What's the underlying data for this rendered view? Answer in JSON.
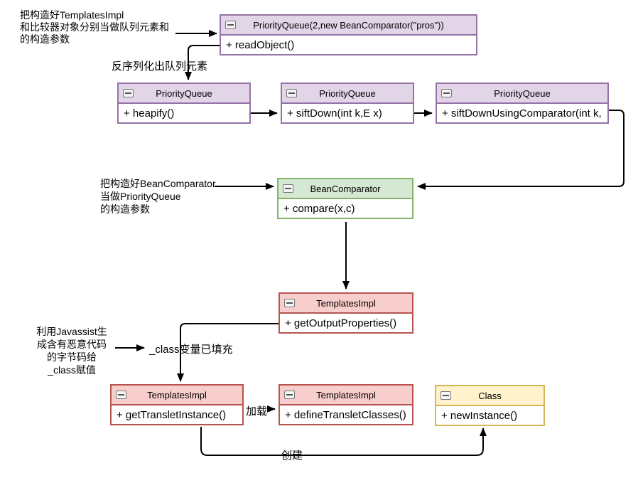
{
  "palette": {
    "purple_fill": "#E1D5E7",
    "purple_stroke": "#9673A6",
    "green_fill": "#D5E8D4",
    "green_stroke": "#82B366",
    "red_fill": "#F8CECC",
    "red_stroke": "#B85450",
    "yellow_fill": "#FFF2CC",
    "yellow_stroke": "#D6B656",
    "arrow_color": "#000000",
    "background": "#FFFFFF"
  },
  "icons": {
    "collapse_icon": "minus-in-rounded-square"
  },
  "boxes": {
    "pq_ctor": {
      "title": "PriorityQueue(2,new BeanComparator(\"pros\"))",
      "method": "+ readObject()"
    },
    "pq_heapify": {
      "title": "PriorityQueue",
      "method": "+ heapify()"
    },
    "pq_siftdown": {
      "title": "PriorityQueue",
      "method": "+ siftDown(int k,E x)"
    },
    "pq_siftdown_using": {
      "title": "PriorityQueue",
      "method": "+ siftDownUsingComparator(int k,"
    },
    "bean_comparator": {
      "title": "BeanComparator",
      "method": "+ compare(x,c)"
    },
    "templates_getoutput": {
      "title": "TemplatesImpl",
      "method": "+ getOutputProperties()"
    },
    "templates_gettranslet": {
      "title": "TemplatesImpl",
      "method": "+ getTransletInstance()"
    },
    "templates_definetranslet": {
      "title": "TemplatesImpl",
      "method": "+ defineTransletClasses()"
    },
    "class_newinstance": {
      "title": "Class",
      "method": "+ newInstance()"
    }
  },
  "annotations": {
    "queue_ctor": "把构造好TemplatesImpl\n和比较器对象分别当做队列元素和\n的构造参数",
    "bean_ctor": "把构造好BeanComparator\n当做PriorityQueue\n的构造参数",
    "javassist": "利用Javassist生\n成含有恶意代码\n的字节码给\n_class赋值"
  },
  "edge_labels": {
    "deserialize": "反序列化出队列元素",
    "class_filled": "_class变量已填充",
    "load": "加载",
    "create": "创建"
  },
  "edges": [
    {
      "from": "annotation:queue_ctor",
      "to": "PriorityQueue(2,new BeanComparator(\"pros\"))"
    },
    {
      "from": "readObject()",
      "to": "heapify()",
      "label": "反序列化出队列元素"
    },
    {
      "from": "heapify()",
      "to": "siftDown(int k,E x)"
    },
    {
      "from": "siftDown(int k,E x)",
      "to": "siftDownUsingComparator(int k,"
    },
    {
      "from": "siftDownUsingComparator(int k,",
      "to": "BeanComparator"
    },
    {
      "from": "annotation:bean_ctor",
      "to": "BeanComparator"
    },
    {
      "from": "compare(x,c)",
      "to": "TemplatesImpl getOutputProperties()"
    },
    {
      "from": "getOutputProperties()",
      "to": "getTransletInstance()",
      "label": "_class变量已填充"
    },
    {
      "from": "annotation:javassist",
      "to": "_class变量已填充"
    },
    {
      "from": "getTransletInstance()",
      "to": "defineTransletClasses()",
      "label": "加载"
    },
    {
      "from": "getTransletInstance()",
      "to": "newInstance()",
      "label": "创建"
    }
  ]
}
